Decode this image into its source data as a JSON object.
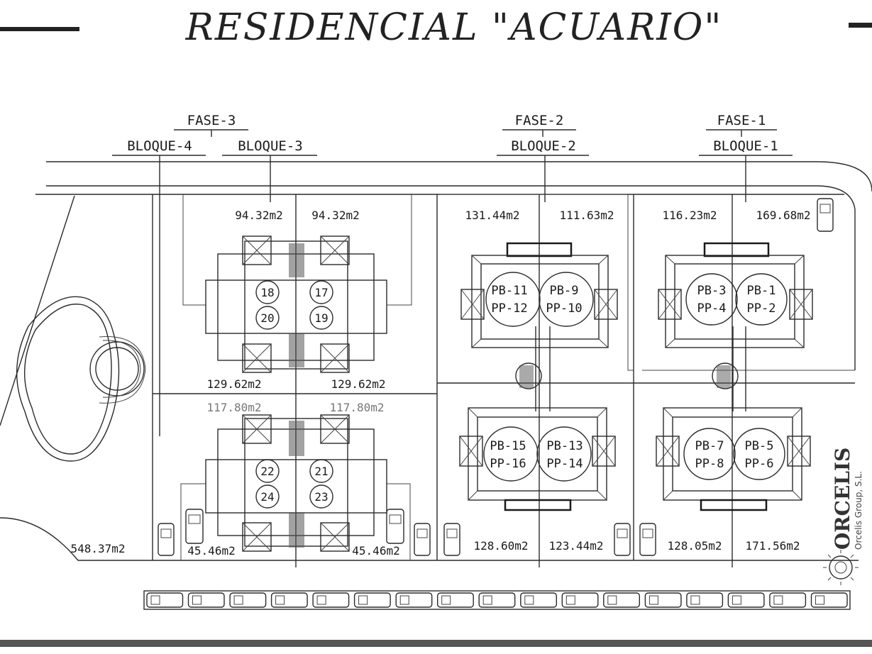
{
  "title": "RESIDENCIAL \"ACUARIO\"",
  "phases": {
    "fase3": "FASE-3",
    "fase2": "FASE-2",
    "fase1": "FASE-1"
  },
  "blocks": {
    "bloque4": "BLOQUE-4",
    "bloque3": "BLOQUE-3",
    "bloque2": "BLOQUE-2",
    "bloque1": "BLOQUE-1"
  },
  "areas": {
    "b3_top_left": "94.32m2",
    "b3_top_right": "94.32m2",
    "b3_bottom_left": "129.62m2",
    "b3_bottom_right": "129.62m2",
    "b4_top_left": "117.80m2",
    "b4_top_right": "117.80m2",
    "b4_bottom_left": "45.46m2",
    "b4_bottom_right": "45.46m2",
    "pool_area": "548.37m2",
    "b2_top_left": "131.44m2",
    "b2_top_right": "111.63m2",
    "b2_bottom_left": "128.60m2",
    "b2_bottom_right": "123.44m2",
    "b1_top_left": "116.23m2",
    "b1_top_right": "169.68m2",
    "b1_bottom_left": "128.05m2",
    "b1_bottom_right": "171.56m2"
  },
  "units": {
    "u18": "18",
    "u17": "17",
    "u20": "20",
    "u19": "19",
    "u22": "22",
    "u21": "21",
    "u24": "24",
    "u23": "23",
    "pb11": "PB-11",
    "pb9": "PB-9",
    "pp12": "PP-12",
    "pp10": "PP-10",
    "pb15": "PB-15",
    "pb13": "PB-13",
    "pp16": "PP-16",
    "pp14": "PP-14",
    "pb3": "PB-3",
    "pb1": "PB-1",
    "pp4": "PP-4",
    "pp2": "PP-2",
    "pb7": "PB-7",
    "pb5": "PB-5",
    "pp8": "PP-8",
    "pp6": "PP-6"
  },
  "logo": {
    "name": "ORCELIS",
    "sub": "Orcelis Group, S.L."
  }
}
